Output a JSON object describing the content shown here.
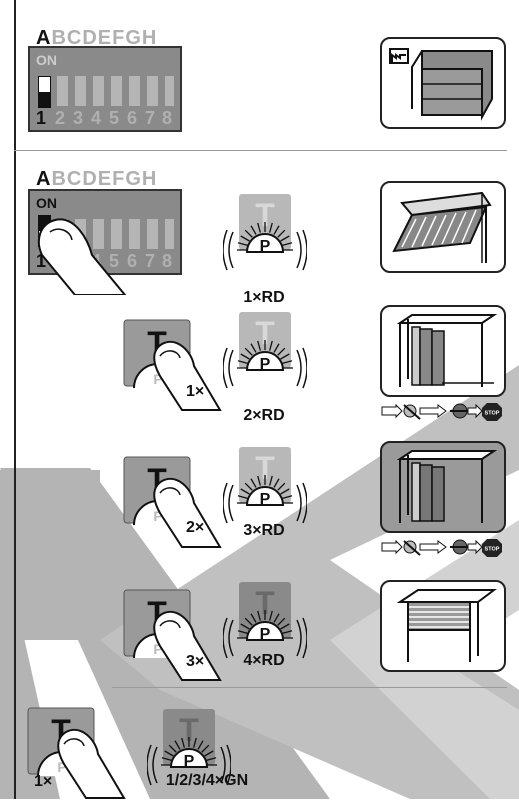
{
  "dip_letters": {
    "first": "A",
    "rest": "BCDEFGH"
  },
  "dip_on": "ON",
  "dip_numbers": {
    "first": "1",
    "rest": [
      "2",
      "3",
      "4",
      "5",
      "6",
      "7",
      "8"
    ]
  },
  "button_labels": {
    "t": "T",
    "p": "P"
  },
  "steps": [
    {
      "press_count": "",
      "flash_label": "1×RD"
    },
    {
      "press_count": "1×",
      "flash_label": "2×RD"
    },
    {
      "press_count": "2×",
      "flash_label": "3×RD"
    },
    {
      "press_count": "3×",
      "flash_label": "4×RD"
    }
  ],
  "final": {
    "press_count": "1×",
    "flash_label": "1/2/3/4×GN"
  },
  "stop_label": "STOP",
  "colors": {
    "bg_gray": "#b0b0b0",
    "dip_gray": "#8a8a8a",
    "stop_red": "#222222"
  }
}
